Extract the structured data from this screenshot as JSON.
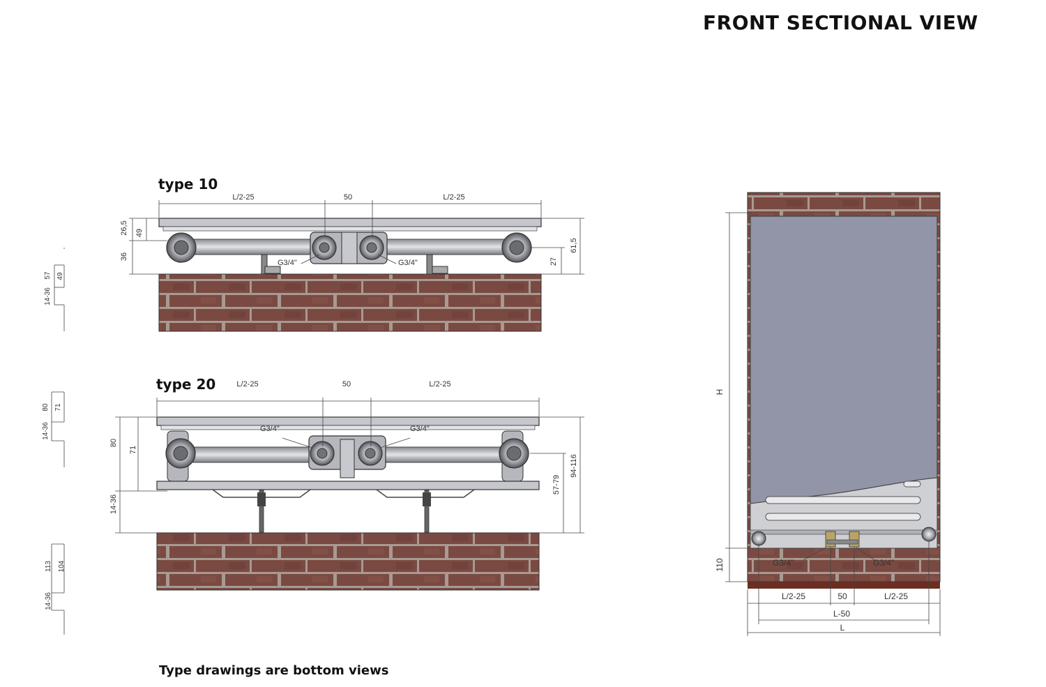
{
  "title": "FRONT SECTIONAL VIEW",
  "note": "Type drawings are bottom views",
  "type10": {
    "label": "type 10",
    "dims_top": [
      "L/2-25",
      "50",
      "L/2-25"
    ],
    "dims_left": [
      "26,5",
      "49",
      "36"
    ],
    "dims_right": [
      "61,5",
      "27"
    ],
    "connections": [
      "G3/4\"",
      "G3/4\""
    ],
    "side_dims": [
      "57",
      "49",
      "14-36"
    ]
  },
  "type20": {
    "label": "type 20",
    "dims_top": [
      "L/2-25",
      "50",
      "L/2-25"
    ],
    "dims_left": [
      "80",
      "71",
      "14-36"
    ],
    "dims_right": [
      "57-79",
      "94-116"
    ],
    "connections": [
      "G3/4\"",
      "G3/4\""
    ],
    "side_dims": [
      "80",
      "71",
      "14-36",
      "113",
      "104",
      "14-36"
    ]
  },
  "front": {
    "height_label": "H",
    "bottom_dim": "110",
    "connections": [
      "G3/4\"",
      "G3/4\""
    ],
    "dims_bottom": [
      "L/2-25",
      "50",
      "L/2-25"
    ],
    "dim_l50": "L-50",
    "dim_l": "L"
  },
  "colors": {
    "brick": "#7a4a42",
    "mortar": "#a89a92",
    "panel": "#9294a8",
    "metal": "#b8bac0",
    "line": "#444444"
  }
}
